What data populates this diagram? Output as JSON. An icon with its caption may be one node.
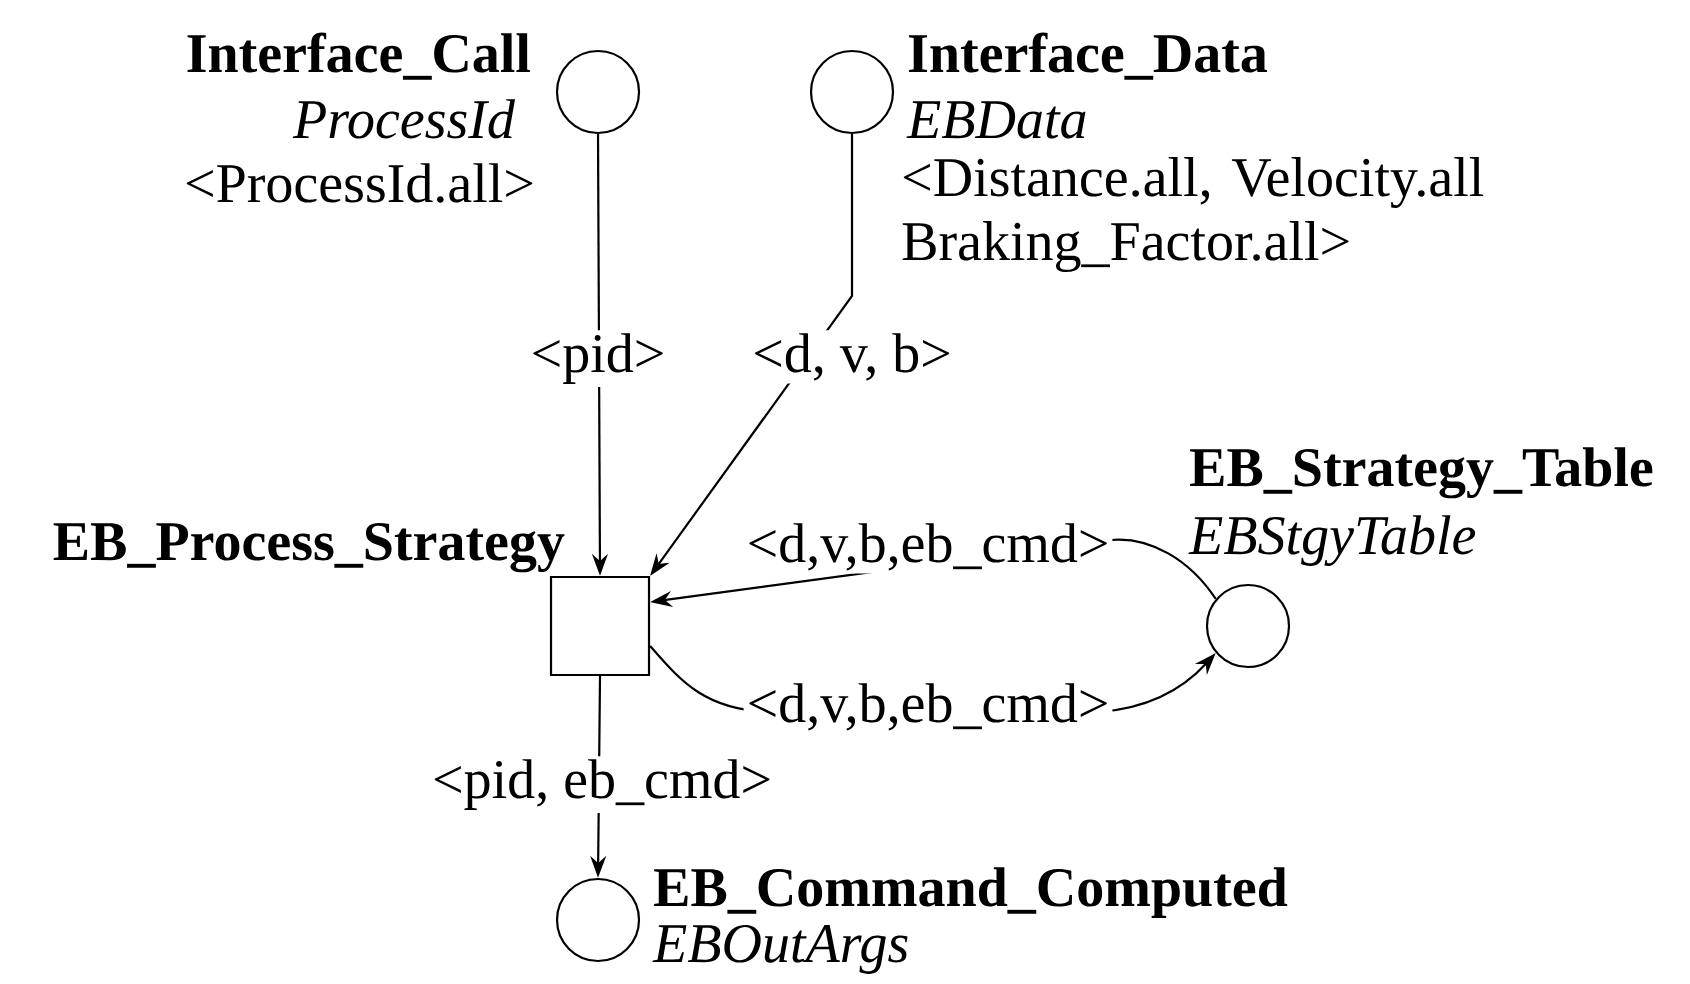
{
  "diagram": {
    "nodes": [
      {
        "text": [
          "Interface_Call",
          "ProcessId"
        ],
        "beside": [
          "<ProcessId.all>"
        ]
      },
      {
        "text": [
          "Interface_Data",
          "EBData"
        ],
        "beside": [
          "<Distance.all, Velocity.all Braking_Factor.all>"
        ]
      },
      {
        "text": [
          "EB_Process_Strategy"
        ]
      },
      {
        "text": [
          "EB_Strategy_Table",
          "EBStgyTable"
        ]
      },
      {
        "text": [
          "EB_Command_Computed",
          "EBOutArgs"
        ]
      }
    ],
    "edges": [
      {
        "from": 0,
        "to": 2,
        "arrow": "to",
        "label": "<pid>"
      },
      {
        "from": 1,
        "to": 2,
        "arrow": "to",
        "label": "<d, v, b>"
      },
      {
        "from": 3,
        "to": 2,
        "arrow": "to",
        "label": "<d,v,b,eb_cmd>"
      },
      {
        "from": 2,
        "to": 3,
        "arrow": "to",
        "label": "<d,v,b,eb_cmd>"
      },
      {
        "from": 2,
        "to": 4,
        "arrow": "to",
        "label": "<pid, eb_cmd>"
      }
    ]
  }
}
